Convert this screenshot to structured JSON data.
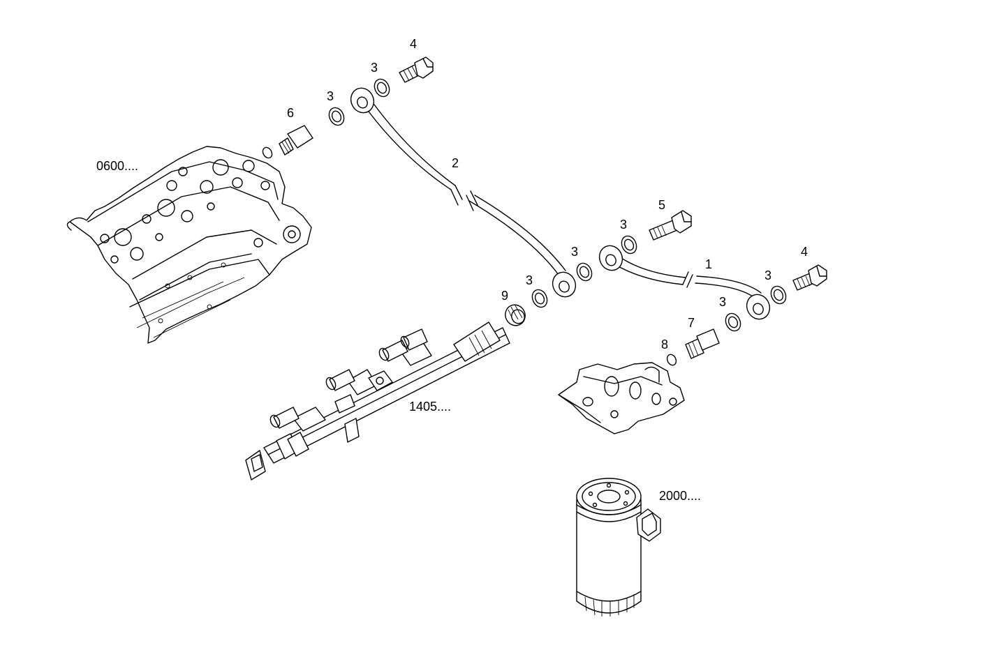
{
  "diagram": {
    "labels": {
      "head": "0600....",
      "rail": "1405....",
      "filter": "2000....",
      "pipe2": "2",
      "pipe1": "1",
      "bolt4_top": "4",
      "bolt4_right": "4",
      "bolt5": "5",
      "sensor6": "6",
      "sensor7": "7",
      "washer8": "8",
      "plug9": "9",
      "washer3_a": "3",
      "washer3_b": "3",
      "washer3_c": "3",
      "washer3_d": "3",
      "washer3_e": "3",
      "washer3_f": "3",
      "washer3_g": "3"
    }
  }
}
